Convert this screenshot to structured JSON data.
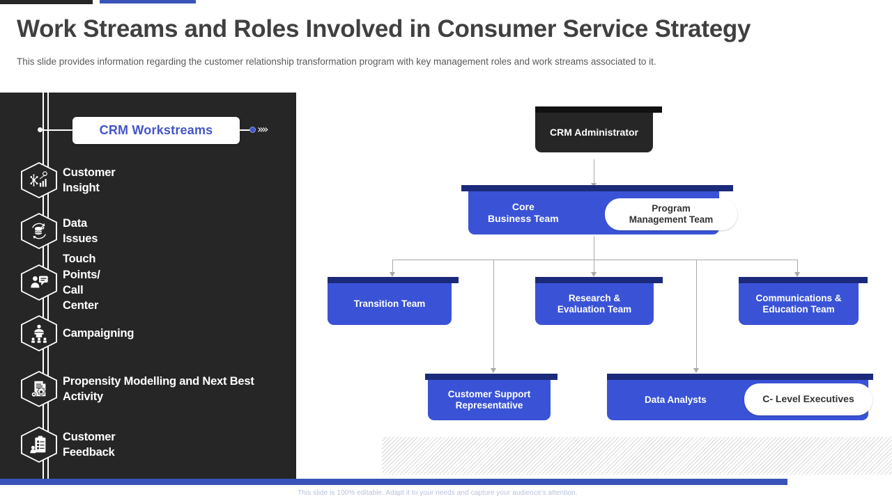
{
  "header": {
    "title": "Work Streams and Roles Involved in Consumer Service Strategy",
    "subtitle": "This slide provides information regarding the customer relationship transformation  program with key management roles and work streams associated to it."
  },
  "colors": {
    "accent_blue": "#3a53b8",
    "node_blue": "#3a53d6",
    "node_blue_cap": "#1b2a7a",
    "panel_dark": "#262626",
    "node_dark_cap": "#111111",
    "pill_text": "#4355c7",
    "connector": "#a8a8a8",
    "title_text": "#404040"
  },
  "sidebar": {
    "pill_label": "CRM Workstreams",
    "items": [
      {
        "label": "Customer Insight",
        "icon": "network-analytics-icon"
      },
      {
        "label": "Data Issues",
        "icon": "database-refresh-icon"
      },
      {
        "label": "Touch Points/ Call Center",
        "icon": "person-chat-icon"
      },
      {
        "label": "Campaigning",
        "icon": "presenter-audience-icon"
      },
      {
        "label": "Propensity Modelling and Next Best Activity",
        "icon": "document-gears-icon"
      },
      {
        "label": "Customer Feedback",
        "icon": "clipboard-checklist-icon"
      }
    ]
  },
  "org_chart": {
    "root": {
      "label": "CRM Administrator",
      "style": "dark"
    },
    "level2": {
      "label": "Core\nBusiness Team",
      "label_line1": "Core",
      "label_line2": "Business Team",
      "chip": "Program\nManagement Team",
      "chip_line1": "Program",
      "chip_line2": "Management Team",
      "style": "blue"
    },
    "level3": [
      {
        "label_line1": "Transition  Team",
        "label_line2": "",
        "style": "blue"
      },
      {
        "label_line1": "Research &",
        "label_line2": "Evaluation Team",
        "style": "blue"
      },
      {
        "label_line1": "Communications &",
        "label_line2": "Education Team",
        "style": "blue"
      }
    ],
    "level4": [
      {
        "label_line1": "Customer Support",
        "label_line2": "Representative",
        "style": "blue"
      },
      {
        "label_line1": "Data Analysts",
        "label_line2": "",
        "chip": "C- Level Executives",
        "style": "blue"
      }
    ]
  },
  "footer": {
    "note": "This slide is 100% editable. Adapt it to your needs and capture your audience's attention."
  }
}
